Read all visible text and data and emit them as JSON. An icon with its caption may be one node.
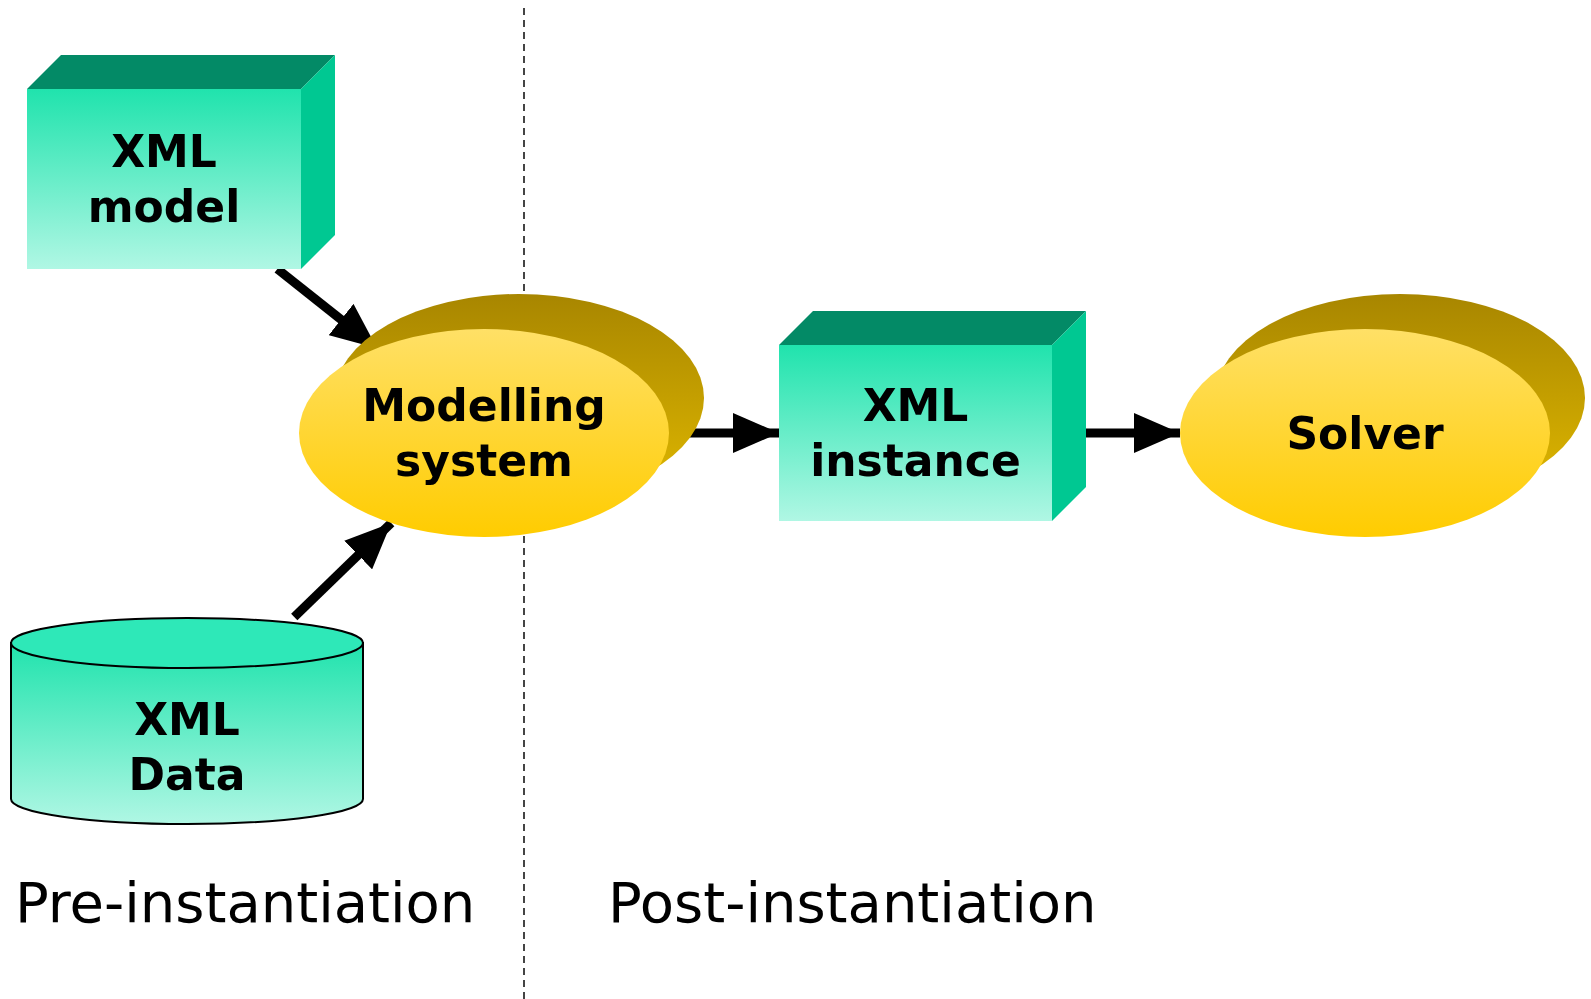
{
  "diagram": {
    "nodes": [
      {
        "text": [
          "XML model"
        ]
      },
      {
        "text": [
          "Modelling system"
        ]
      },
      {
        "text": [
          "XML instance"
        ]
      },
      {
        "text": [
          "Solver"
        ]
      },
      {
        "text": [
          "XML Data"
        ]
      }
    ],
    "edges": [
      {
        "from": 0,
        "to": 1,
        "arrow": "to"
      },
      {
        "from": 4,
        "to": 1,
        "arrow": "to"
      },
      {
        "from": 1,
        "to": 2,
        "arrow": "to"
      },
      {
        "from": 2,
        "to": 3,
        "arrow": "to"
      }
    ],
    "labels": [
      "Pre-instantiation",
      "Post-instantiation"
    ]
  }
}
